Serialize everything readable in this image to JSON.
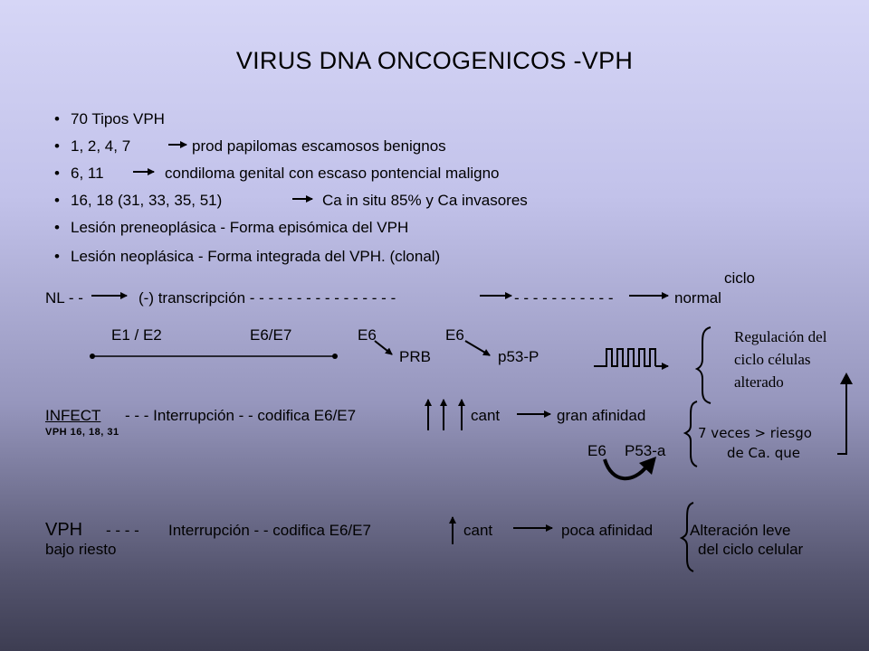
{
  "title": "VIRUS DNA ONCOGENICOS -VPH",
  "bullets": [
    {
      "a": "70 Tipos VPH",
      "b": ""
    },
    {
      "a": "1, 2, 4, 7",
      "b": "prod papilomas escamosos benignos"
    },
    {
      "a": "6, 11",
      "b": "condiloma genital con escaso pontencial maligno"
    },
    {
      "a": "16, 18 (31, 33, 35, 51)",
      "b": "Ca in situ 85% y Ca invasores"
    },
    {
      "a": "Lesión preneoplásica - Forma episómica del VPH",
      "b": ""
    },
    {
      "a": "Lesión neoplásica - Forma integrada del VPH. (clonal)",
      "b": ""
    }
  ],
  "bullet_char": "•",
  "row_nl": {
    "ciclo": "ciclo",
    "nl": "NL - -",
    "transcripcion": "(-) transcripción - - - - - - - - - - - - - - - -",
    "dashes": "- - - - - - - - - - -",
    "normal": "normal"
  },
  "row_e": {
    "e1e2": "E1 / E2",
    "e6e7": "E6/E7",
    "e6a": "E6",
    "e6b": "E6",
    "prb": "PRB",
    "p53p": "p53-P",
    "regulacion": [
      "Regulación del",
      "ciclo células",
      "alterado"
    ]
  },
  "row_infect": {
    "infect": "INFECT",
    "rest": "- - - Interrupción - - codifica E6/E7",
    "cant": "cant",
    "afinidad": "gran afinidad",
    "vph": "VPH 16, 18, 31",
    "e6": "E6",
    "p53a": "P53-a",
    "riesgo": [
      "7 veces > riesgo",
      "de Ca. que"
    ]
  },
  "row_vph": {
    "vph": "VPH",
    "dashes": "- - - -",
    "rest": "Interrupción - - codifica E6/E7",
    "cant": "cant",
    "afinidad": "poca afinidad",
    "alteracion": "Alteración leve",
    "bajo": "bajo riesto",
    "ciclo": "del ciclo celular"
  },
  "colors": {
    "text": "#000000",
    "bg_top": "#d6d6f6",
    "bg_bottom": "#3d3d52"
  }
}
